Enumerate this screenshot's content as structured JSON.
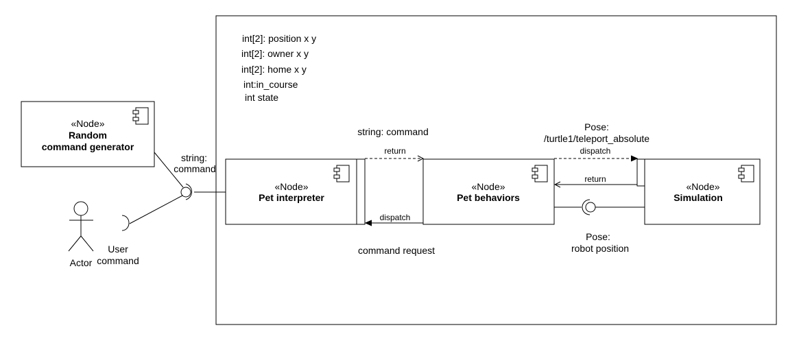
{
  "container": {
    "attributes": [
      "int[2]: position x y",
      "int[2]: owner x y",
      "int[2]: home x y",
      "int:in_course",
      "int state"
    ]
  },
  "nodes": {
    "random_generator": {
      "stereotype": "«Node»",
      "name_line1": "Random",
      "name_line2": "command generator"
    },
    "pet_interpreter": {
      "stereotype": "«Node»",
      "name": "Pet interpreter"
    },
    "pet_behaviors": {
      "stereotype": "«Node»",
      "name": "Pet behaviors"
    },
    "simulation": {
      "stereotype": "«Node»",
      "name": "Simulation"
    }
  },
  "actor": {
    "name": "Actor"
  },
  "labels": {
    "string_command_left_line1": "string:",
    "string_command_left_line2": "command",
    "user_command_line1": "User",
    "user_command_line2": "command",
    "string_command_top": "string: command",
    "return_top": "return",
    "dispatch_bottom": "dispatch",
    "command_request": "command request",
    "pose_top_line1": "Pose:",
    "pose_top_line2": "/turtle1/teleport_absolute",
    "dispatch_top": "dispatch",
    "return_right": "return",
    "pose_bottom_line1": "Pose:",
    "pose_bottom_line2": "robot position"
  }
}
